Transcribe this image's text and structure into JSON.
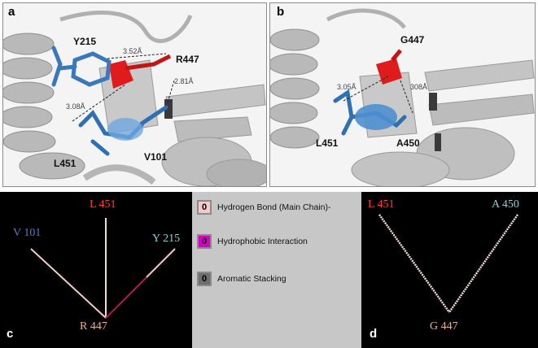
{
  "panel_a": {
    "letter": "a",
    "residues": {
      "y215": "Y215",
      "r447": "R447",
      "l451": "L451",
      "v101": "V101"
    },
    "distances": {
      "d1": "3.52Å",
      "d2": "2.81Å",
      "d3": "3.08Å"
    }
  },
  "panel_b": {
    "letter": "b",
    "residues": {
      "g447": "G447",
      "l451": "L451",
      "a450": "A450"
    },
    "distances": {
      "d1": "3.05Å",
      "d2": "308Å"
    }
  },
  "panel_c": {
    "letter": "c",
    "nodes": {
      "top": "L 451",
      "left": "V 101",
      "right": "Y 215",
      "bottom": "R 447"
    }
  },
  "panel_d": {
    "letter": "d",
    "nodes": {
      "left": "L 451",
      "right": "A 450",
      "bottom": "G 447"
    }
  },
  "legend": {
    "items": [
      {
        "symbol": "0",
        "label": "Hydrogen Bond (Main Chain)-",
        "color": "#f7c9c9"
      },
      {
        "symbol": "0",
        "label": "Hydrophobic Interaction",
        "color": "#d400c8"
      },
      {
        "symbol": "0",
        "label": "Aromatic Stacking",
        "color": "#6e6e6e"
      }
    ]
  },
  "colors": {
    "red_residue": "#e01b1b",
    "blue_residue": "#2f6fb3",
    "ribbon": "#b8b8b8",
    "node_red": "#ff3b3b",
    "node_blue": "#4a7fd0",
    "node_teal": "#8ecfcf",
    "node_tan": "#e8b48a"
  }
}
